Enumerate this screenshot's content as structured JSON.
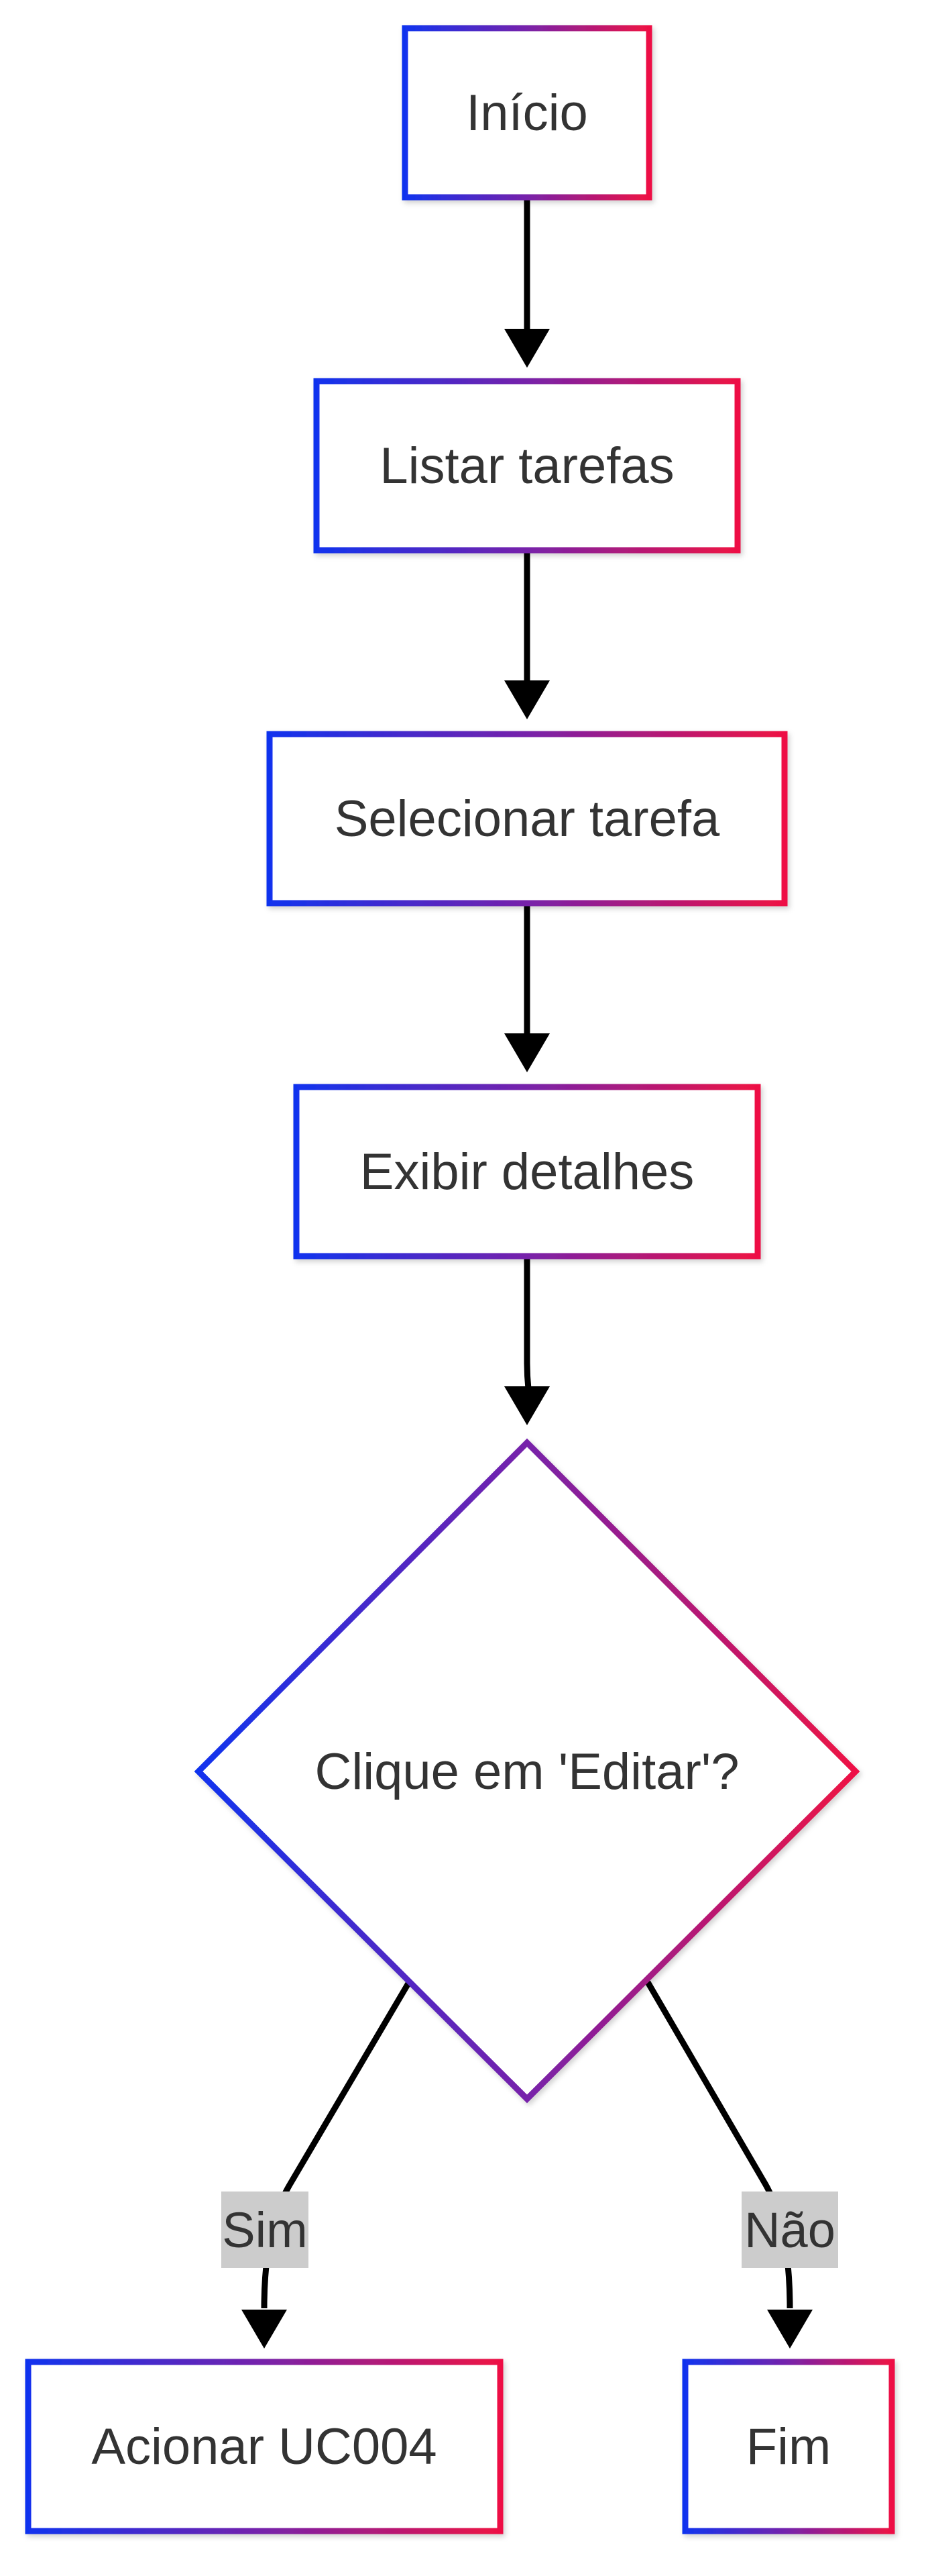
{
  "colors": {
    "border_start": "#1133ee",
    "border_mid": "#7722aa",
    "border_end": "#ee1144",
    "text": "#333333",
    "edge": "#000000",
    "edge_label_background": "#cccccc",
    "background": "#ffffff"
  },
  "nodes": {
    "inicio": {
      "label": "Início",
      "shape": "rectangle"
    },
    "listar": {
      "label": "Listar tarefas",
      "shape": "rectangle"
    },
    "selecionar": {
      "label": "Selecionar tarefa",
      "shape": "rectangle"
    },
    "exibir": {
      "label": "Exibir detalhes",
      "shape": "rectangle"
    },
    "decisao": {
      "label": "Clique em 'Editar'?",
      "shape": "diamond"
    },
    "acionar": {
      "label": "Acionar UC004",
      "shape": "rectangle"
    },
    "fim": {
      "label": "Fim",
      "shape": "rectangle"
    }
  },
  "edges": [
    {
      "from": "inicio",
      "to": "listar",
      "label": ""
    },
    {
      "from": "listar",
      "to": "selecionar",
      "label": ""
    },
    {
      "from": "selecionar",
      "to": "exibir",
      "label": ""
    },
    {
      "from": "exibir",
      "to": "decisao",
      "label": ""
    },
    {
      "from": "decisao",
      "to": "acionar",
      "label": "Sim"
    },
    {
      "from": "decisao",
      "to": "fim",
      "label": "Não"
    }
  ]
}
